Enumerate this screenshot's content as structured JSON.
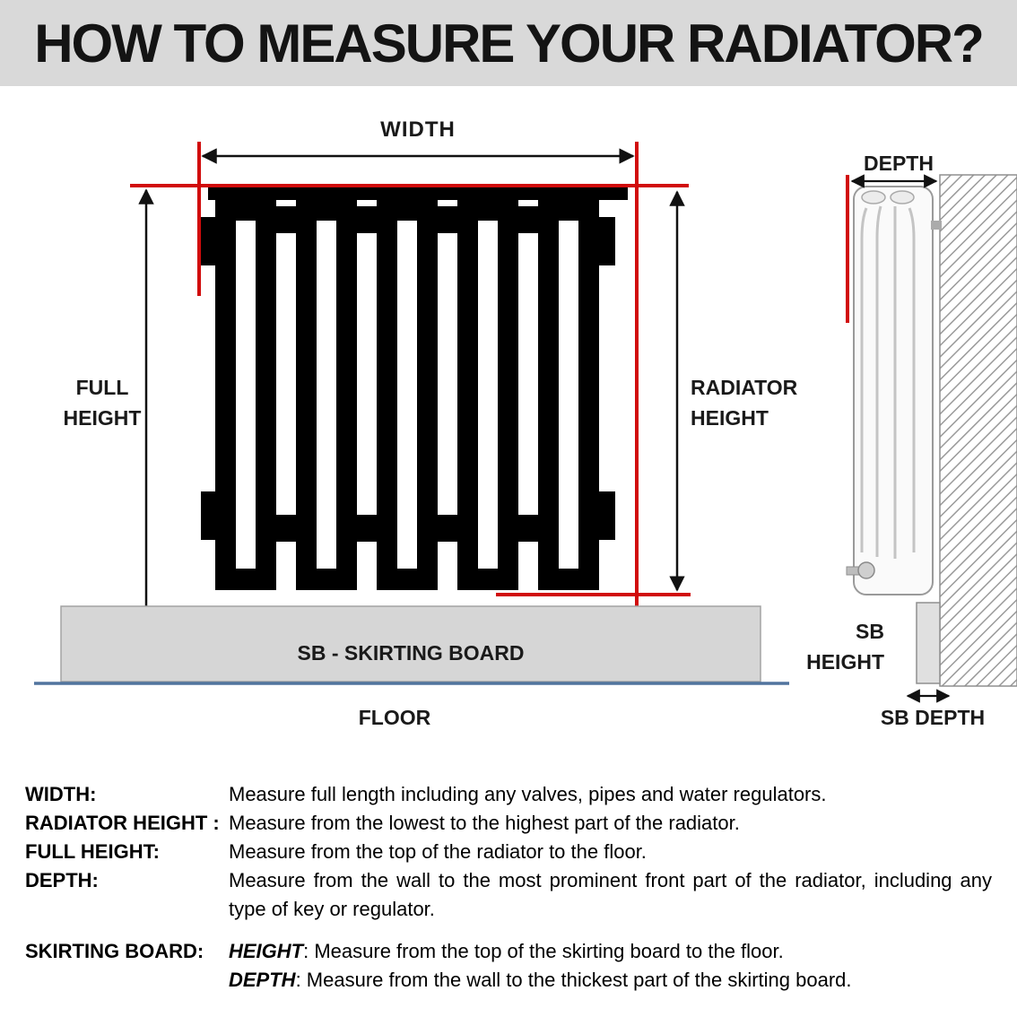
{
  "title": "HOW TO MEASURE YOUR RADIATOR?",
  "colors": {
    "title_bg": "#d9d9d9",
    "accent_red": "#d10b0b",
    "floor_blue": "#51749e",
    "skirting_fill": "#d6d6d6",
    "ink": "#1a1a1a"
  },
  "diagram": {
    "width_label": "WIDTH",
    "full_height_label_line1": "FULL",
    "full_height_label_line2": "HEIGHT",
    "radiator_height_label_line1": "RADIATOR",
    "radiator_height_label_line2": "HEIGHT",
    "skirting_board_label": "SB - SKIRTING BOARD",
    "floor_label": "FLOOR",
    "depth_label": "DEPTH",
    "sb_height_label_line1": "SB",
    "sb_height_label_line2": "HEIGHT",
    "sb_depth_label": "SB DEPTH"
  },
  "definitions": [
    {
      "term": "WIDTH:",
      "text": "Measure full length including any valves, pipes and water regulators."
    },
    {
      "term": "RADIATOR HEIGHT :",
      "text": "Measure from the lowest to the highest part of the radiator."
    },
    {
      "term": "FULL HEIGHT:",
      "text": "Measure from the top of the radiator to the floor."
    },
    {
      "term": "DEPTH:",
      "text": "Measure from the wall to the most prominent front part of the radiator, including any type of key or regulator."
    }
  ],
  "skirting_definition": {
    "term": "SKIRTING BOARD:",
    "height_term": "HEIGHT",
    "height_text": ": Measure from the top of the skirting board to the floor.",
    "depth_term": "DEPTH",
    "depth_text": ": Measure from the wall to the thickest part of the skirting board."
  }
}
